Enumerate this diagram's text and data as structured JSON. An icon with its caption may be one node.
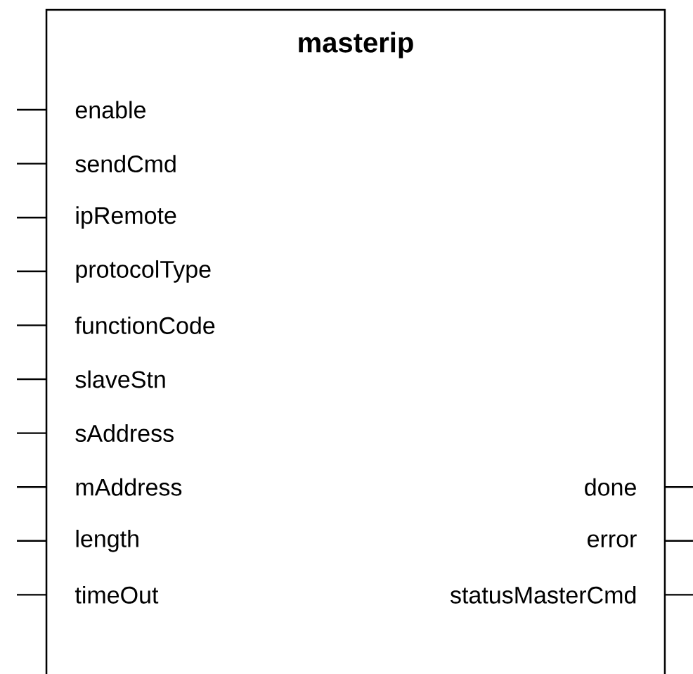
{
  "diagram": {
    "nodes": [
      {
        "text": [
          "masterip"
        ]
      },
      {
        "text": [
          "enable"
        ],
        "in": 0
      },
      {
        "text": [
          "sendCmd"
        ],
        "in": 0
      },
      {
        "text": [
          "ipRemote"
        ],
        "in": 0
      },
      {
        "text": [
          "protocolType"
        ],
        "in": 0
      },
      {
        "text": [
          "functionCode"
        ],
        "in": 0
      },
      {
        "text": [
          "slaveStn"
        ],
        "in": 0
      },
      {
        "text": [
          "sAddress"
        ],
        "in": 0
      },
      {
        "text": [
          "mAddress"
        ],
        "in": 0
      },
      {
        "text": [
          "done"
        ],
        "in": 0
      },
      {
        "text": [
          "length"
        ],
        "in": 0
      },
      {
        "text": [
          "error"
        ],
        "in": 0
      },
      {
        "text": [
          "timeOut"
        ],
        "in": 0
      },
      {
        "text": [
          "statusMasterCmd"
        ],
        "in": 0
      }
    ],
    "edges": [
      {
        "from": null,
        "to": 1,
        "arrow": "none"
      },
      {
        "from": null,
        "to": 2,
        "arrow": "none"
      },
      {
        "from": null,
        "to": 3,
        "arrow": "none"
      },
      {
        "from": null,
        "to": 4,
        "arrow": "none"
      },
      {
        "from": null,
        "to": 5,
        "arrow": "none"
      },
      {
        "from": null,
        "to": 6,
        "arrow": "none"
      },
      {
        "from": null,
        "to": 7,
        "arrow": "none"
      },
      {
        "from": null,
        "to": 8,
        "arrow": "none"
      },
      {
        "from": 9,
        "to": null,
        "arrow": "none"
      },
      {
        "from": null,
        "to": 10,
        "arrow": "none"
      },
      {
        "from": 11,
        "to": null,
        "arrow": "none"
      },
      {
        "from": null,
        "to": 12,
        "arrow": "none"
      },
      {
        "from": 13,
        "to": null,
        "arrow": "none"
      }
    ]
  }
}
